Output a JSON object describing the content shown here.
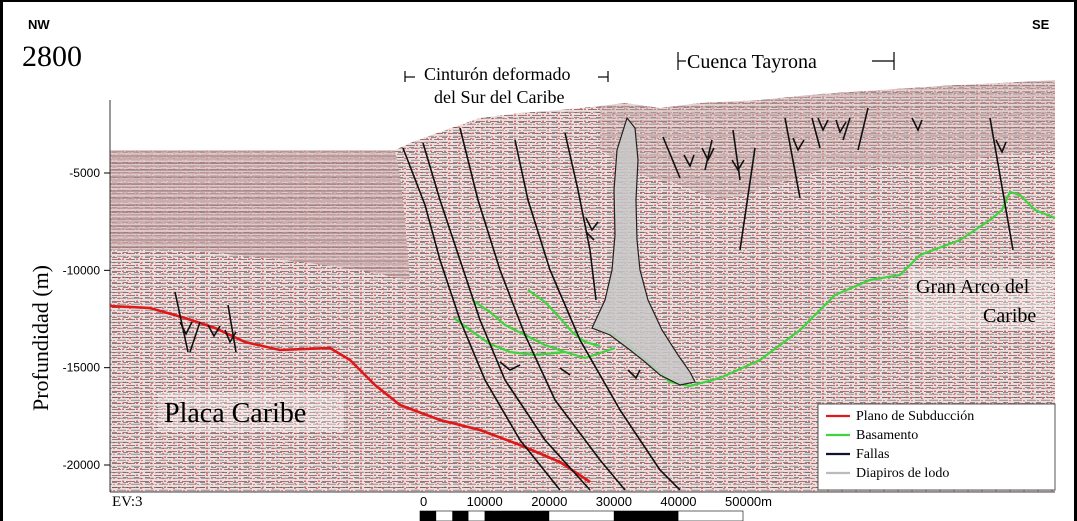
{
  "header": {
    "left_direction": "NW",
    "right_direction": "SE",
    "line_id": "2800"
  },
  "labels": {
    "cinturon_1": "Cinturón deformado",
    "cinturon_2": "del Sur del Caribe",
    "cuenca": "Cuenca Tayrona",
    "gran_arco_1": "Gran Arco del",
    "gran_arco_2": "Caribe",
    "placa": "Placa Caribe"
  },
  "axis": {
    "ylabel": "Profundidad (m)",
    "ticks": [
      {
        "label": "-5000",
        "value": -5000
      },
      {
        "label": "-10000",
        "value": -10000
      },
      {
        "label": "-15000",
        "value": -15000
      },
      {
        "label": "-20000",
        "value": -20000
      }
    ]
  },
  "scale": {
    "ev_label": "EV:3",
    "ticks": [
      {
        "label": "0",
        "value": 0
      },
      {
        "label": "10000",
        "value": 10000
      },
      {
        "label": "20000",
        "value": 20000
      },
      {
        "label": "30000",
        "value": 30000
      },
      {
        "label": "40000",
        "value": 40000
      },
      {
        "label": "50000m",
        "value": 50000
      }
    ]
  },
  "legend": {
    "items": [
      {
        "label": "Plano de Subducción",
        "color": "#e01818"
      },
      {
        "label": "Basamento",
        "color": "#3fd43f"
      },
      {
        "label": "Fallas",
        "color": "#111133"
      },
      {
        "label": "Diapiros de lodo",
        "color": "#bbbbbb"
      }
    ]
  },
  "colors": {
    "subduction": "#e01818",
    "basement": "#3fd43f",
    "faults": "#111111",
    "diapir_fill": "#c8c8c8",
    "seismic_base": "#e9dcdc"
  }
}
